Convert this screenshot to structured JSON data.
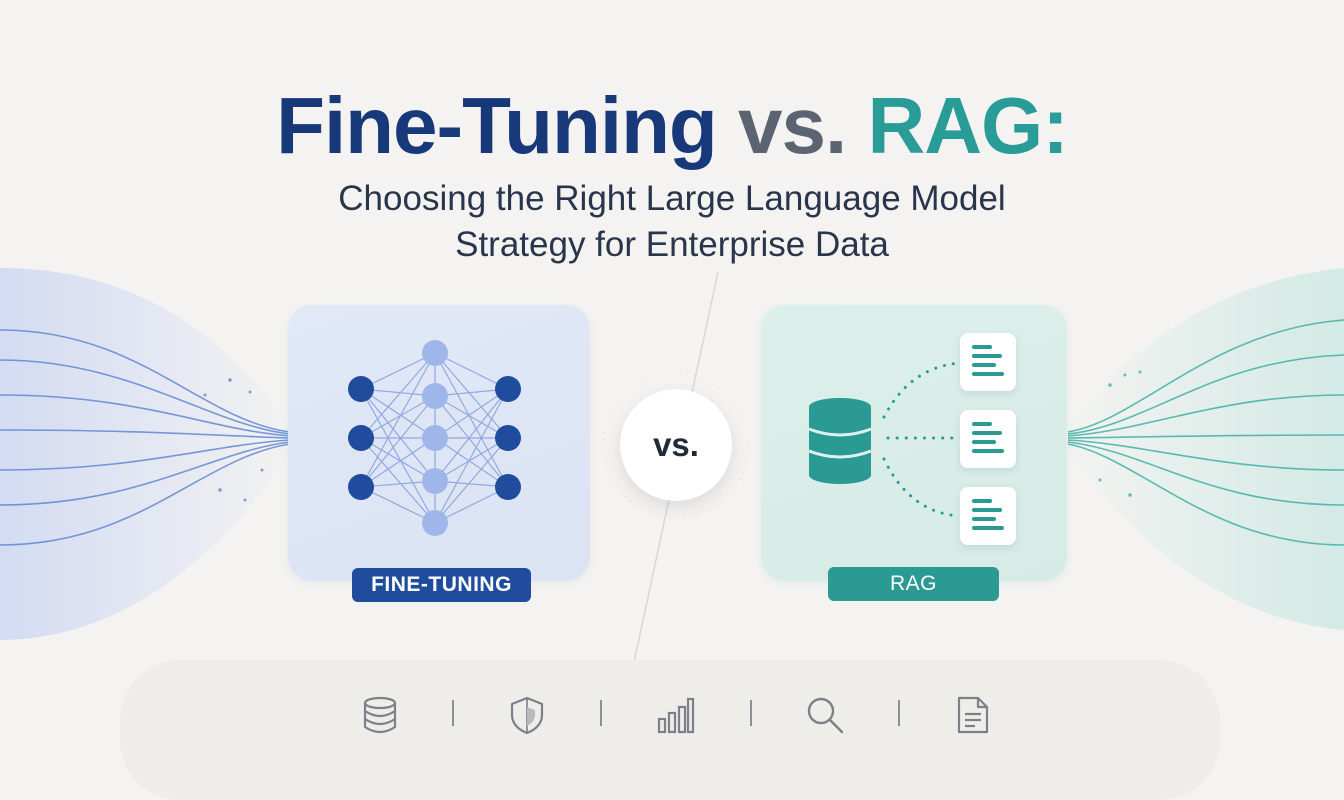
{
  "headline": {
    "part1": "Fine-Tuning",
    "part2": "vs.",
    "part3": "RAG:"
  },
  "subtitle": {
    "line1": "Choosing the Right Large Language Model",
    "line2": "Strategy for Enterprise Data"
  },
  "cards": {
    "fine_tuning": {
      "label": "FINE-TUNING",
      "icon": "neural-network-icon"
    },
    "rag": {
      "label": "RAG",
      "icon": "database-icon"
    }
  },
  "vs_badge": "vs.",
  "bottom_icons": [
    "database-icon",
    "shield-icon",
    "bar-chart-icon",
    "search-icon",
    "document-icon"
  ],
  "colors": {
    "navy": "#17397a",
    "gray": "#5b6470",
    "teal": "#2a9c97",
    "pill_blue": "#1f4c9c",
    "pill_teal": "#2a9a93"
  }
}
